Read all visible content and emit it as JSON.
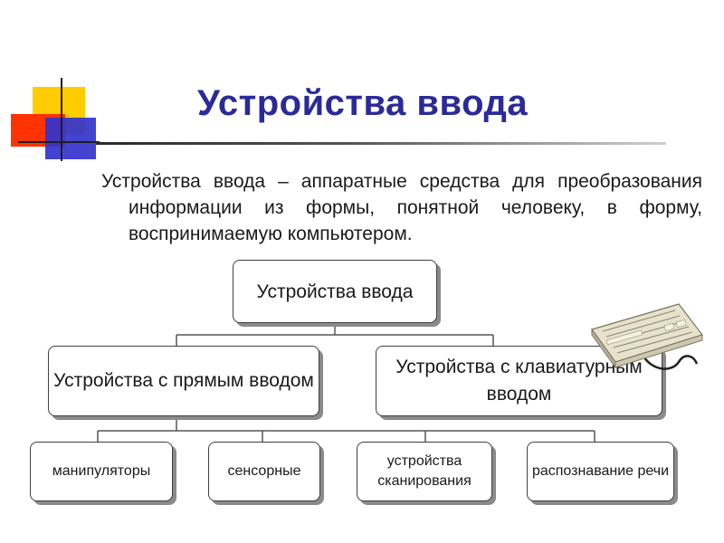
{
  "title": "Устройства ввода",
  "definition": "Устройства ввода – аппаратные средства для преобразования информации из формы, понятной человеку, в форму, воспринимаемую компьютером.",
  "diagram": {
    "root": "Устройства ввода",
    "level1": [
      {
        "label": "Устройства с прямым вводом"
      },
      {
        "label": "Устройства с клавиатурным вводом"
      }
    ],
    "leaves": [
      {
        "label": "манипуляторы"
      },
      {
        "label": "сенсорные"
      },
      {
        "label": "устройства сканирования"
      },
      {
        "label": "распознавание речи"
      }
    ]
  },
  "colors": {
    "title": "#2a2a99",
    "deco_yellow": "#ffcc00",
    "deco_red": "#ff3300",
    "deco_blue": "#3333cc"
  },
  "icons": [
    "keyboard-icon"
  ]
}
